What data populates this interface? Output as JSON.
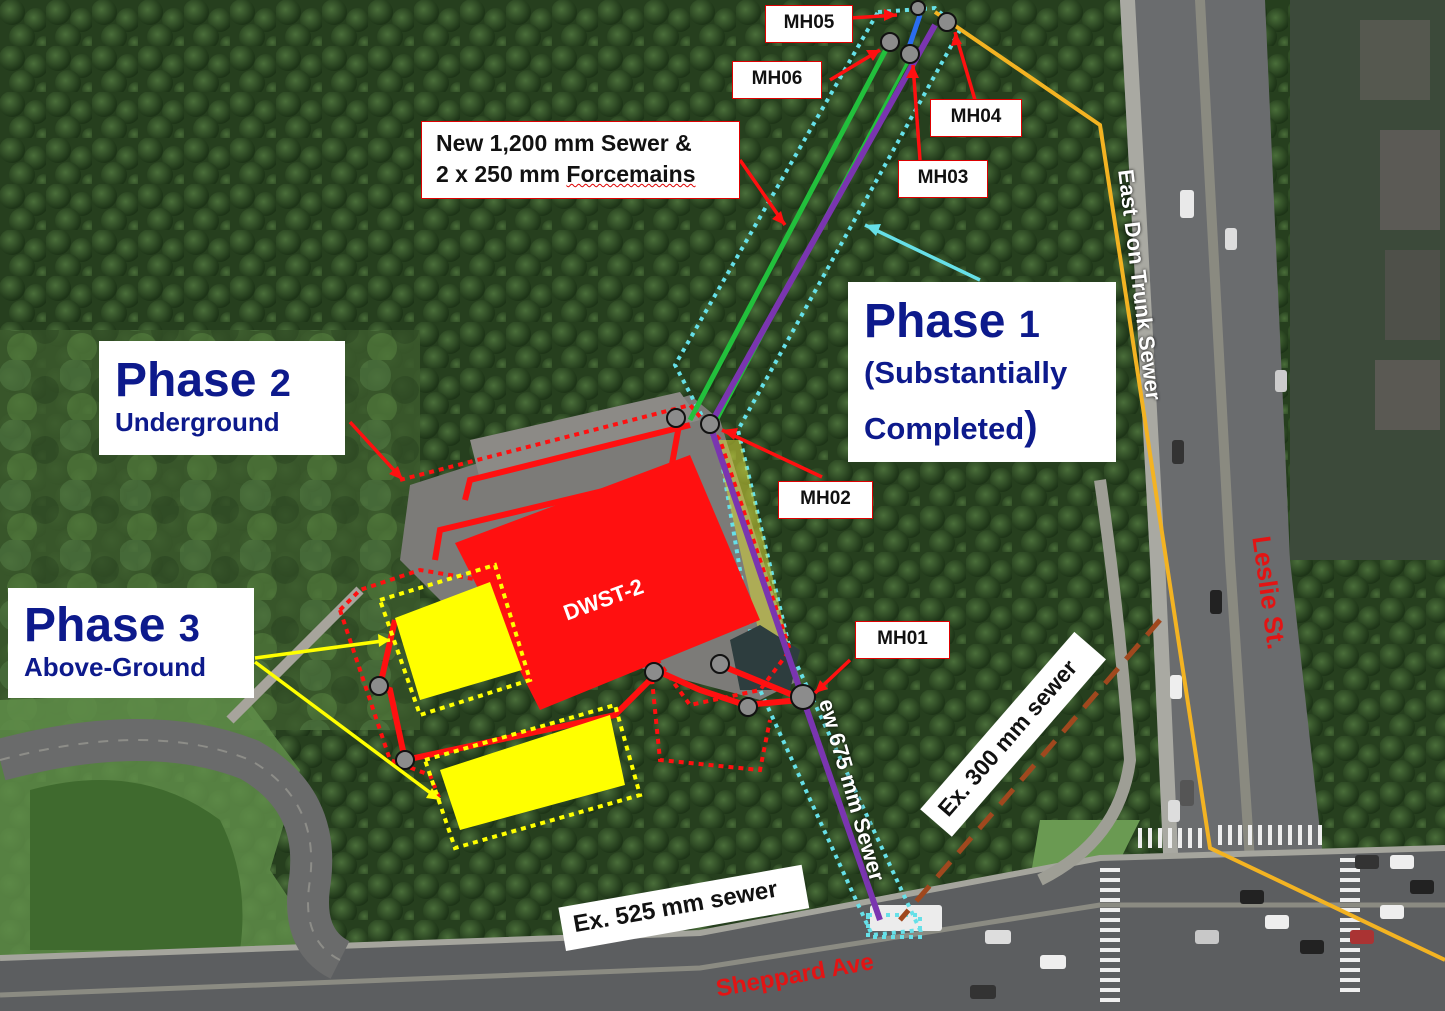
{
  "labels": {
    "manholes": [
      "MH05",
      "MH06",
      "MH04",
      "MH03",
      "MH02",
      "MH01"
    ],
    "callout_line1": "New 1,200 mm Sewer &",
    "callout_line2a": "2 x 250 mm ",
    "callout_line2b": "Forcemains",
    "phase1": {
      "word": "Phase ",
      "num": "1",
      "sub1": "(Substantially",
      "sub2": "Completed",
      "paren": ")"
    },
    "phase2": {
      "word": "Phase ",
      "num": "2",
      "sub": "Underground"
    },
    "phase3": {
      "word": "Phase ",
      "num": "3",
      "sub": "Above-Ground"
    },
    "dwst": "DWST-2",
    "east_don": "East Don Trunk Sewer",
    "leslie": "Leslie St.",
    "sheppard": "Sheppard Ave",
    "ex525": "Ex. 525 mm sewer",
    "ex300": "Ex. 300 mm sewer",
    "new675": "ew 675 mm Sewer"
  },
  "colors": {
    "vegetation": "#2c4a22",
    "road": "#5d6063",
    "sewer_new_1200": "#22c03c",
    "forcemain": "#7a35b0",
    "trunk_sewer": "#f3b322",
    "existing_300": "#a0481e",
    "phase1_boundary": "#66e0e8",
    "phase2_red": "#ff1010",
    "phase3_yellow": "#ffff00",
    "label_blue": "#0d1a8c",
    "street_label_red": "#e21414"
  }
}
